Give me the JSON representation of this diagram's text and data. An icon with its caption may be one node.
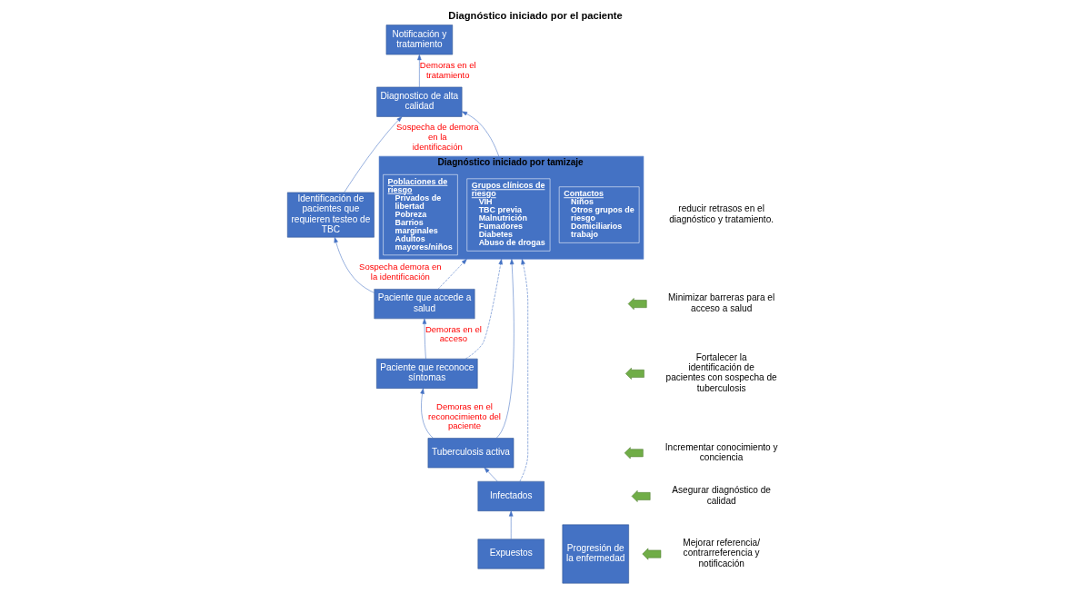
{
  "diagram": {
    "title": "Diagnóstico iniciado por el paciente",
    "nodes": [
      {
        "text": [
          "Paciente que accede a salud"
        ]
      },
      {
        "text": [
          "Paciente que reconoce síntomas"
        ]
      },
      {
        "text": [
          "Identificación de pacientes que requieren testeo de TBC"
        ]
      },
      {
        "text": [
          "Tuberculosis activa"
        ]
      },
      {
        "text": [
          "Infectados"
        ]
      },
      {
        "text": [
          "Expuestos"
        ]
      },
      {
        "text": [
          "Diagnóstico iniciado por tamizaje"
        ]
      },
      {
        "text": [
          "Contactos",
          "Niños",
          "Otros grupos de riesgo",
          "Domiciliarios",
          "trabajo"
        ],
        "in": 6
      },
      {
        "text": [
          "Grupos clínicos de riesgo",
          "VIH",
          "TBC previa",
          "Malnutrición",
          "Fumadores",
          "Diabetes",
          "Abuso de drogas"
        ],
        "in": 6
      },
      {
        "text": [
          "Poblaciones de riesgo",
          "Privados de libertad",
          "Pobreza",
          "Barrios marginales",
          "Adultos mayores/niños"
        ],
        "in": 6
      },
      {
        "text": [
          "Diagnostico de alta calidad"
        ]
      },
      {
        "text": [
          "Notificación y tratamiento"
        ]
      },
      {
        "text": [
          "Progresión de la enfermedad"
        ]
      }
    ],
    "edges": [
      {
        "from": 5,
        "to": 4,
        "arrow": "to"
      },
      {
        "from": 4,
        "to": 3,
        "arrow": "to"
      },
      {
        "from": 3,
        "to": 1,
        "arrow": "to",
        "label": "Demoras en el reconocimiento del paciente"
      },
      {
        "from": 1,
        "to": 0,
        "arrow": "to",
        "label": "Demoras en el acceso"
      },
      {
        "from": 0,
        "to": 2,
        "arrow": "to",
        "label": "Sospecha demora en la identificación"
      },
      {
        "from": 2,
        "to": 10,
        "arrow": "to",
        "label": "Sospecha de demora en la identificación"
      },
      {
        "from": 1,
        "to": 6,
        "arrow": "to",
        "style": "dashed"
      },
      {
        "from": 0,
        "to": 6,
        "arrow": "to",
        "style": "dashed"
      },
      {
        "from": 3,
        "to": 6,
        "arrow": "to"
      },
      {
        "from": 4,
        "to": 6,
        "arrow": "to",
        "style": "dashed"
      },
      {
        "from": 6,
        "to": 10,
        "arrow": "to"
      },
      {
        "from": 10,
        "to": 11,
        "arrow": "to",
        "label": "Demoras en el tratamiento"
      }
    ],
    "labels": [
      "reducir retrasos en el diagnóstico y tratamiento.",
      "Minimizar barreras para el acceso a salud",
      "Fortalecer la identificación de pacientes con sospecha de tuberculosis",
      "Incrementar conocimiento y conciencia",
      "Asegurar diagnóstico de calidad",
      "Mejorar referencia/ contrarreferencia y notificación"
    ]
  }
}
